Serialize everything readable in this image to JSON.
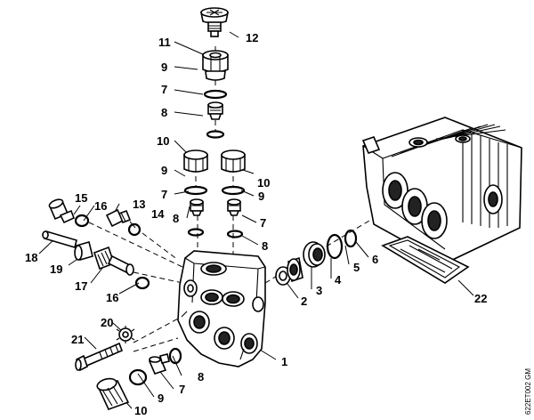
{
  "diagram": {
    "drawing_code": "622ET002 GM",
    "callouts": {
      "c1": "1",
      "c2": "2",
      "c3": "3",
      "c4": "4",
      "c5": "5",
      "c6": "6",
      "c7_top": "7",
      "c7_left": "7",
      "c7_right": "7",
      "c7_bottom": "7",
      "c8_top": "8",
      "c8_left": "8",
      "c8_right": "8",
      "c8_bottom": "8",
      "c9_top": "9",
      "c9_left": "9",
      "c9_right": "9",
      "c9_bottom": "9",
      "c10_left": "10",
      "c10_right": "10",
      "c10_bottom": "10",
      "c11": "11",
      "c12": "12",
      "c13": "13",
      "c14": "14",
      "c15": "15",
      "c16_top": "16",
      "c16_bottom": "16",
      "c17": "17",
      "c18": "18",
      "c19": "19",
      "c20": "20",
      "c21": "21",
      "c22": "22"
    },
    "parts": [
      {
        "id": "part-1",
        "name": "pump-head-manifold"
      },
      {
        "id": "part-2",
        "name": "seal-ring"
      },
      {
        "id": "part-3",
        "name": "seal-sleeve"
      },
      {
        "id": "part-4",
        "name": "piston-seal"
      },
      {
        "id": "part-5",
        "name": "o-ring"
      },
      {
        "id": "part-6",
        "name": "o-ring"
      },
      {
        "id": "part-7",
        "name": "valve"
      },
      {
        "id": "part-8",
        "name": "o-ring"
      },
      {
        "id": "part-9",
        "name": "o-ring"
      },
      {
        "id": "part-10",
        "name": "valve-cap-plug"
      },
      {
        "id": "part-11",
        "name": "adapter-plug"
      },
      {
        "id": "part-12",
        "name": "gauge-cap"
      },
      {
        "id": "part-13",
        "name": "screw-plug"
      },
      {
        "id": "part-14",
        "name": "o-ring"
      },
      {
        "id": "part-15",
        "name": "screw-plug"
      },
      {
        "id": "part-16",
        "name": "o-ring"
      },
      {
        "id": "part-17",
        "name": "bypass-valve"
      },
      {
        "id": "part-18",
        "name": "tube"
      },
      {
        "id": "part-19",
        "name": "sleeve"
      },
      {
        "id": "part-20",
        "name": "washer"
      },
      {
        "id": "part-21",
        "name": "bolt"
      },
      {
        "id": "part-22",
        "name": "gasket-cover"
      }
    ]
  }
}
